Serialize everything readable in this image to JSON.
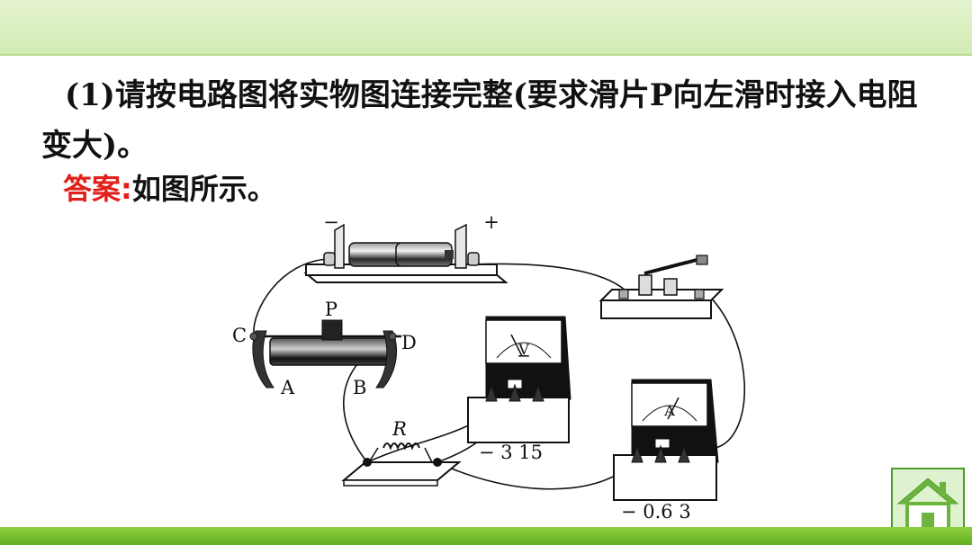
{
  "question": {
    "text": "(1)请按电路图将实物图连接完整(要求滑片P向左滑时接入电阻变大)。"
  },
  "answer": {
    "label": "答案:",
    "text": "如图所示。"
  },
  "figure": {
    "battery_minus": "−",
    "battery_plus": "+",
    "rheostat_slider": "P",
    "rheostat_c": "C",
    "rheostat_d": "D",
    "rheostat_a": "A",
    "rheostat_b": "B",
    "resistor": "R",
    "voltmeter_symbol": "V",
    "voltmeter_terminals": "− 3 15",
    "ammeter_symbol": "A",
    "ammeter_terminals": "− 0.6 3"
  },
  "colors": {
    "accent_green": "#5fae1f",
    "answer_red": "#e0201b"
  },
  "icons": {
    "home": "home-icon"
  }
}
